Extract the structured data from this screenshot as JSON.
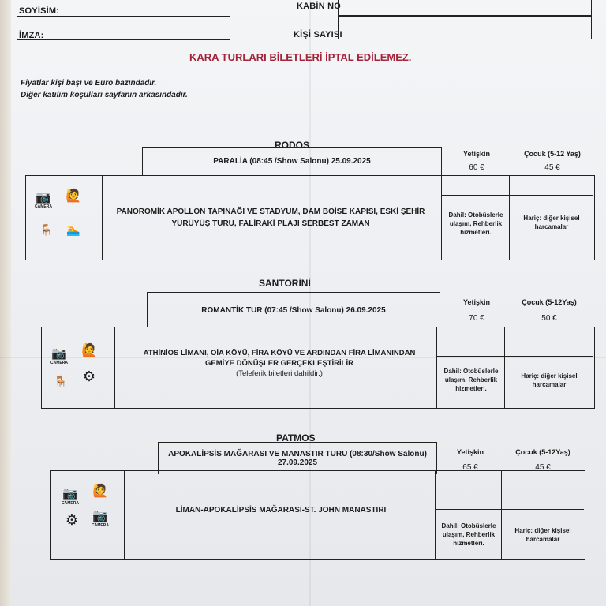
{
  "form": {
    "surname_label": "SOYİSİM:",
    "signature_label": "İMZA:",
    "cabin_label": "KABİN NO",
    "persons_label": "KİŞİ SAYISI"
  },
  "warning": "KARA TURLARI BİLETLERİ İPTAL EDİLEMEZ.",
  "notes": [
    "Fiyatlar kişi başı ve Euro bazındadır.",
    "Diğer katılım koşulları sayfanın arkasındadır."
  ],
  "icon_label": "CAMERA",
  "sections": [
    {
      "name": "RODOS",
      "tour": "PARALİA (08:45 /Show Salonu)  25.09.2025",
      "adult_label": "Yetişkin",
      "adult_price": "60 €",
      "child_label": "Çocuk (5-12 Yaş)",
      "child_price": "45 €",
      "desc": [
        "PANOROMİK APOLLON TAPINAĞI VE STADYUM, DAM BOİSE KAPISI, ESKİ ŞEHİR",
        "YÜRÜYÜŞ TURU, FALİRAKİ PLAJI SERBEST ZAMAN"
      ],
      "included": [
        "Dahil: Otobüslerle ulaşım, Rehberlik",
        "hizmetleri."
      ],
      "excluded": [
        "Hariç:  diğer kişisel",
        "harcamalar"
      ]
    },
    {
      "name": "SANTORİNİ",
      "tour": "ROMANTİK TUR (07:45 /Show Salonu) 26.09.2025",
      "adult_label": "Yetişkin",
      "adult_price": "70 €",
      "child_label": "Çocuk (5-12Yaş)",
      "child_price": "50 €",
      "desc": [
        "ATHİNİOS LİMANI, OİA KÖYÜ, FİRA KÖYÜ VE ARDINDAN FİRA LİMANINDAN",
        "GEMİYE DÖNÜŞLER GERÇEKLEŞTİRİLİR",
        "(Teleferik biletleri dahildir.)"
      ],
      "included": [
        "Dahil:  Otobüslerle",
        "ulaşım, Rehberlik",
        "hizmetleri."
      ],
      "excluded": [
        "Hariç:  diğer kişisel",
        "harcamalar"
      ]
    },
    {
      "name": "PATMOS",
      "tour_lines": [
        "APOKALİPSİS MAĞARASI VE MANASTIR TURU (08:30/Show Salonu)",
        "27.09.2025"
      ],
      "adult_label": "Yetişkin",
      "adult_price": "65 €",
      "child_label": "Çocuk (5-12Yaş)",
      "child_price": "45 €",
      "desc": [
        "LİMAN-APOKALİPSİS MAĞARASI-ST. JOHN MANASTIRI"
      ],
      "included": [
        "Dahil: Otobüslerle",
        "ulaşım, Rehberlik",
        "hizmetleri."
      ],
      "excluded": [
        "Hariç:  diğer kişisel",
        "harcamalar"
      ]
    }
  ]
}
